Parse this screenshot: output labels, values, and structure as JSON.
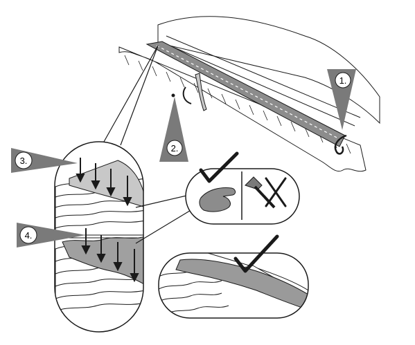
{
  "steps": [
    {
      "label": "1."
    },
    {
      "label": "2."
    },
    {
      "label": "3."
    },
    {
      "label": "4."
    }
  ],
  "icons": {
    "correct": "checkmark-icon",
    "hand": "hand-press-icon",
    "hammer": "hammer-icon",
    "incorrect": "cross-icon"
  },
  "colors": {
    "line": "#1a1a1a",
    "strip_fill": "#8c8c8c",
    "pointer_fill": "#7a7a7a",
    "light_fill": "#c8c8c8",
    "background": "#ffffff"
  }
}
